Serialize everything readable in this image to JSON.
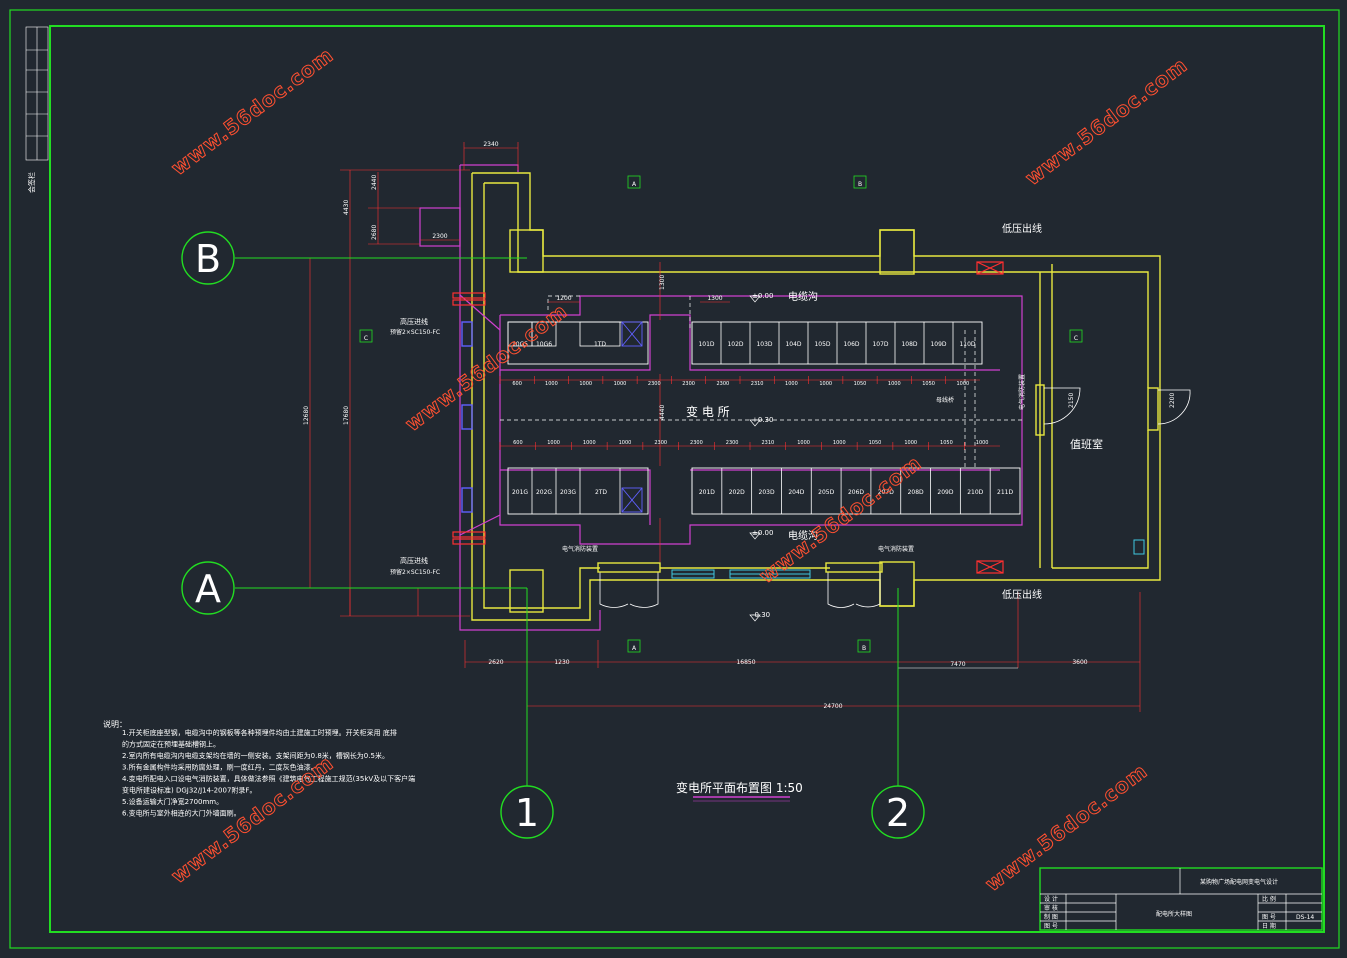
{
  "drawing": {
    "title": "变电所平面布置图 1:50",
    "room_label": "变 电 所",
    "duty_room": "值班室",
    "cable_trench_top": "电缆沟",
    "cable_trench_bottom": "电缆沟",
    "lv_out_top": "低压出线",
    "lv_out_bottom": "低压出线",
    "hv_in_top": "高压进线",
    "hv_in_top_sub": "预留2×SC150-FC",
    "hv_in_bottom": "高压进线",
    "hv_in_bottom_sub": "预留2×SC150-FC",
    "elev_top": "±0.00",
    "elev_mid": "+0.30",
    "elev_bottom": "±0.00",
    "elev_outside": "-0.30",
    "busbar_bridge": "母线桥",
    "fire_top_left": "电气消防装置",
    "fire_bottom_left": "电气消防装置",
    "fire_bottom_right": "电气消防装置",
    "axis_b": "B",
    "axis_a": "A",
    "axis_1": "1",
    "axis_2": "2",
    "section_a": "A",
    "section_b": "B",
    "section_c": "C",
    "left_strip": "会签栏"
  },
  "panels_top": [
    "10G5",
    "10G6",
    "1TD",
    "101D",
    "102D",
    "103D",
    "104D",
    "105D",
    "106D",
    "107D",
    "108D",
    "109D",
    "110D"
  ],
  "panels_bottom": [
    "201G",
    "202G",
    "203G",
    "2TD",
    "201D",
    "202D",
    "203D",
    "204D",
    "205D",
    "206D",
    "207D",
    "208D",
    "209D",
    "210D",
    "211D"
  ],
  "dims": {
    "top_width": "2340",
    "left_v1": "2440",
    "left_v2": "4430",
    "left_v3": "2680",
    "left_h": "2300",
    "left_total": "12680",
    "left_total2": "17680",
    "overall": "24700",
    "bottom_1": "2620",
    "bottom_2": "1230",
    "bottom_3": "16850",
    "bottom_4": "7470",
    "bottom_5": "3600",
    "row": [
      "600",
      "1000",
      "1000",
      "1000",
      "2300",
      "2300",
      "2300",
      "2310",
      "1000",
      "1000",
      "1050",
      "1000",
      "1050",
      "1000"
    ],
    "mid_v": "4440",
    "mid_v2": "1300",
    "gap_top": "1200",
    "gap_top2": "1300",
    "door": "2150",
    "door2": "2200"
  },
  "notes": {
    "heading": "说明：",
    "lines": [
      "1.开关柜底座型钢，电缆沟中的钢板等各种预埋件均由土建施工时预埋。开关柜采用 底排",
      "  的方式固定在预埋基础槽钢上。",
      "2.室内所有电缆沟内电缆支架均在墙的一侧安装。支架间距为0.8米，槽钢长为0.5米。",
      "3.所有金属构件均采用防腐处理，刷一度红丹，二度灰色油漆。",
      "4.变电所配电入口设电气消防装置，具体做法参照《建筑电气工程施工规范(35kV及以下客户端",
      "  变电所建设标准) DGJ32/J14-2007附录F。",
      "5.设备运输大门净宽2700mm。",
      "6.变电所与室外相连的大门外墙面刷。"
    ]
  },
  "title_block": {
    "project": "某购物广场配电网变电气设计",
    "drawing_name": "配电所大样图",
    "sheet": "DS-14",
    "rows": [
      "设 计",
      "审 核",
      "制 图",
      "图 号"
    ],
    "labels": [
      "比 例",
      "图 号",
      "日 期"
    ]
  },
  "watermark": "www.56doc.com",
  "colors": {
    "background": "#212830",
    "frame": "#22dd22",
    "wall": "#e8e840",
    "purple": "#d040d0",
    "white": "#ffffff",
    "cyan": "#40c8e0",
    "blue": "#6060ff",
    "red": "#ff3030",
    "watermark": "#ff5030"
  }
}
